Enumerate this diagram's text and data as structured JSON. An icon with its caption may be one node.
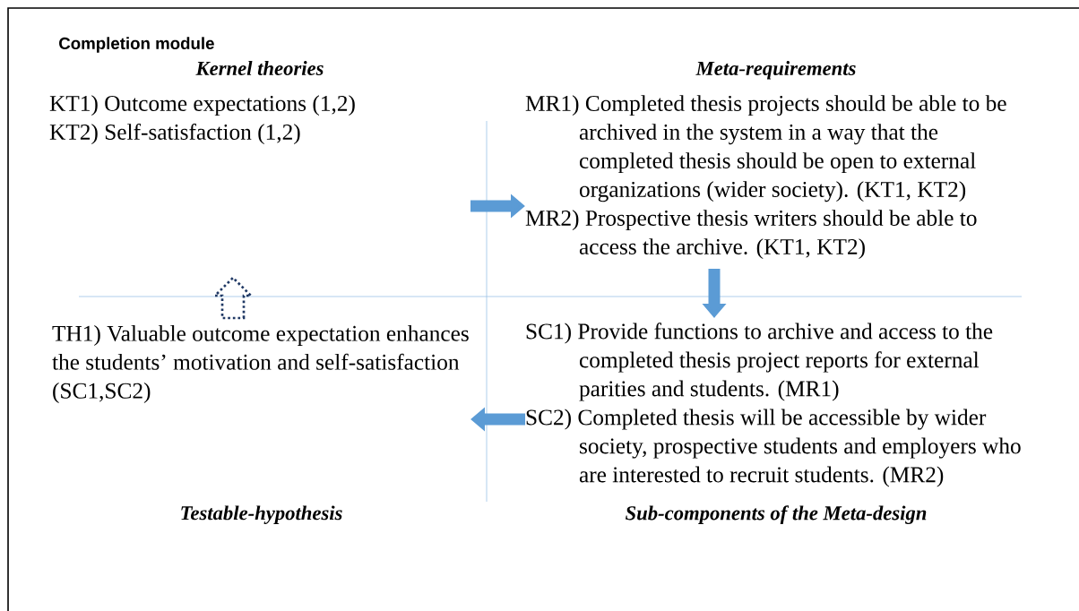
{
  "diagram": {
    "title": "Completion module",
    "nodes": [
      {
        "text": [
          "Kernel theories",
          "KT1)   Outcome expectations (1,2)",
          "KT2)   Self-satisfaction (1,2)"
        ]
      },
      {
        "text": [
          "Meta-requirements",
          "MR1) Completed thesis projects should be able to be archived in the system in a way that the completed thesis should be open to external organizations (wider society). (KT1, KT2)",
          "MR2) Prospective thesis writers should be able to access the archive. (KT1, KT2)"
        ]
      },
      {
        "text": [
          "SC1)  Provide functions to archive and access to the completed thesis project reports for external parities and students. (MR1)",
          "SC2)  Completed thesis will be accessible by wider society, prospective students and employers who are interested to recruit students. (MR2)",
          "Sub-components of the Meta-design"
        ]
      },
      {
        "text": [
          "TH1) Valuable outcome expectation enhances the students’ motivation and self-satisfaction (SC1,SC2)",
          "Testable-hypothesis"
        ]
      }
    ],
    "edges": [
      {
        "from": null,
        "to": 1,
        "arrow": "to"
      },
      {
        "from": 1,
        "to": 2,
        "arrow": "to"
      },
      {
        "from": 2,
        "to": 3,
        "arrow": "to"
      },
      {
        "from": 3,
        "to": null,
        "arrow": "to",
        "style": "dashed",
        "color": "#1f3864"
      }
    ]
  }
}
